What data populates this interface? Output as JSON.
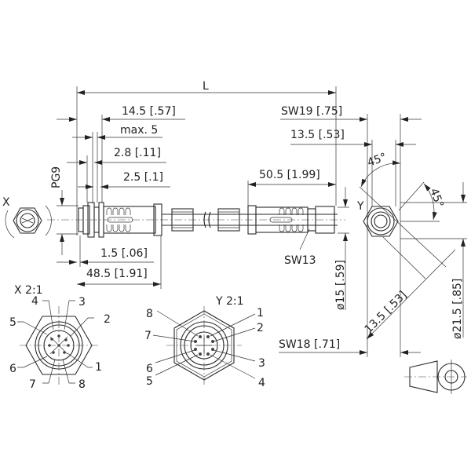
{
  "title": "M12 panel mount connector dimension drawing",
  "dimensions": {
    "length": "L",
    "d_14_5": "14.5 [.57]",
    "max5": "max. 5",
    "d_2_8": "2.8 [.11]",
    "d_2_5": "2.5 [.1]",
    "thread": "PG9",
    "d_1_5": "1.5 [.06]",
    "d_48_5": "48.5 [1.91]",
    "d_50_5": "50.5 [1.99]",
    "sw13": "SW13",
    "sw19": "SW19 [.75]",
    "d_13_5_top": "13.5 [.53]",
    "angle1": "45°",
    "angle2": "45°",
    "dia15": "ø15 [.59]",
    "d_13_5_diag": "13.5 [.53]",
    "dia21_5": "ø21.5 [.85]",
    "sw18": "SW18 [.71]"
  },
  "views": {
    "x_label": "X",
    "y_label": "Y",
    "x_detail": "X 2:1",
    "y_detail": "Y 2:1",
    "x_pins": [
      "1",
      "2",
      "3",
      "4",
      "5",
      "6",
      "7",
      "8"
    ],
    "y_pins": [
      "1",
      "2",
      "3",
      "4",
      "5",
      "6",
      "7",
      "8"
    ]
  }
}
